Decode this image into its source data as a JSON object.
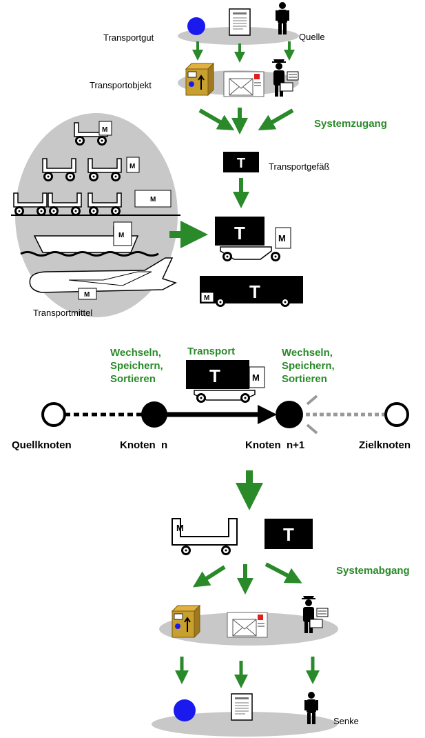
{
  "labels": {
    "transportgut": "Transportgut",
    "quelle": "Quelle",
    "transportobjekt": "Transportobjekt",
    "systemzugang": "Systemzugang",
    "transportgefaess": "Transportgefäß",
    "transportmittel": "Transportmittel",
    "wechseln_left": [
      "Wechseln,",
      "Speichern,",
      "Sortieren"
    ],
    "transport": "Transport",
    "wechseln_right": [
      "Wechseln,",
      "Speichern,",
      "Sortieren"
    ],
    "quellknoten": "Quellknoten",
    "knoten_n": "Knoten  n",
    "knoten_n1": "Knoten  n+1",
    "zielknoten": "Zielknoten",
    "systemabgang": "Systemabgang",
    "senke": "Senke"
  },
  "glyphs": {
    "container_letter": "T",
    "vehicle_letter": "M"
  },
  "colors": {
    "arrow_green": "#2a8a2a",
    "ellipse_gray": "#c8c8c8",
    "ball_blue": "#1a1aee",
    "box_brown": "#c8a030",
    "flag_red": "#e02020"
  }
}
